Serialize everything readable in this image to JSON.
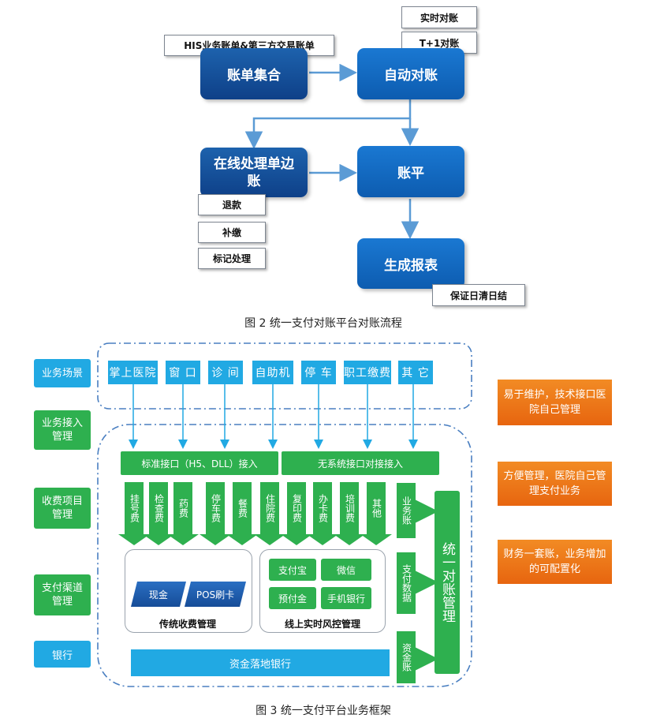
{
  "figure2": {
    "tag_his": "HIS业务账单&第三方交易账单",
    "tag_realtime": "实时对账",
    "tag_t1": "T+1对账",
    "node_collect": "账单集合",
    "node_auto": "自动对账",
    "node_online": "在线处理单边账",
    "node_balance": "账平",
    "node_report": "生成报表",
    "tag_refund": "退款",
    "tag_supplement": "补缴",
    "tag_mark": "标记处理",
    "tag_daily": "保证日清日结",
    "caption": "图 2 统一支付对账平台对账流程",
    "colors": {
      "node_dark": "#0e4088",
      "node_light": "#0d5cb0",
      "arrow": "#5b9bd5"
    }
  },
  "figure3": {
    "left_labels": {
      "scene": "业务场景",
      "access": "业务接入管理",
      "fee_items": "收费项目管理",
      "channels": "支付渠道管理",
      "bank": "银行"
    },
    "scenes": [
      "掌上医院",
      "窗 口",
      "诊 间",
      "自助机",
      "停 车",
      "职工缴费",
      "其 它"
    ],
    "interface_standard": "标准接口（H5、DLL）接入",
    "interface_none": "无系统接口对接接入",
    "fees": [
      "挂号费",
      "检查费",
      "药费",
      "停车费",
      "餐费",
      "住院费",
      "复印费",
      "办卡费",
      "培训费",
      "其他"
    ],
    "traditional": {
      "cash": "现金",
      "pos": "POS刷卡",
      "title": "传统收费管理"
    },
    "online": {
      "items": [
        "支付宝",
        "微信",
        "预付金",
        "手机银行"
      ],
      "title": "线上实时风控管理"
    },
    "right_boxes": [
      "业务账",
      "支付数据",
      "资金账"
    ],
    "unified": "统一对账管理",
    "bank_bar": "资金落地银行",
    "benefits": [
      "易于维护，技术接口医院自己管理",
      "方便管理，医院自己管理支付业务",
      "财务一套账，业务增加的可配置化"
    ],
    "caption": "图 3 统一支付平台业务框架",
    "colors": {
      "green": "#2eb04f",
      "blue": "#21a9e3",
      "orange": "#e7650f",
      "dashed": "#4a7fc1"
    }
  }
}
